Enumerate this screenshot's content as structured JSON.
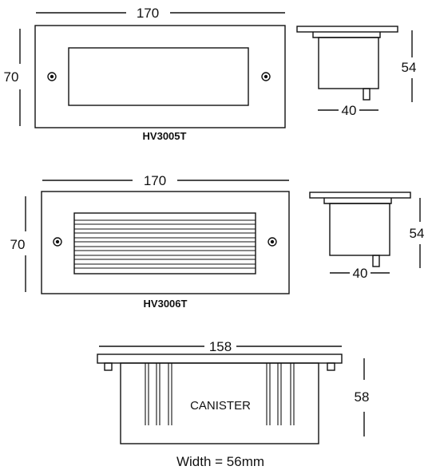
{
  "views": {
    "hv3005t": {
      "front": {
        "width_label": "170",
        "height_label": "70"
      },
      "side": {
        "height_label": "54",
        "width_label": "40"
      },
      "model_label": "HV3005T"
    },
    "hv3006t": {
      "front": {
        "width_label": "170",
        "height_label": "70"
      },
      "side": {
        "height_label": "54",
        "width_label": "40"
      },
      "model_label": "HV3006T"
    },
    "canister": {
      "width_label": "158",
      "height_label": "58",
      "body_label": "CANISTER",
      "footnote": "Width = 56mm"
    }
  },
  "colors": {
    "line": "#111111",
    "background": "#ffffff"
  }
}
